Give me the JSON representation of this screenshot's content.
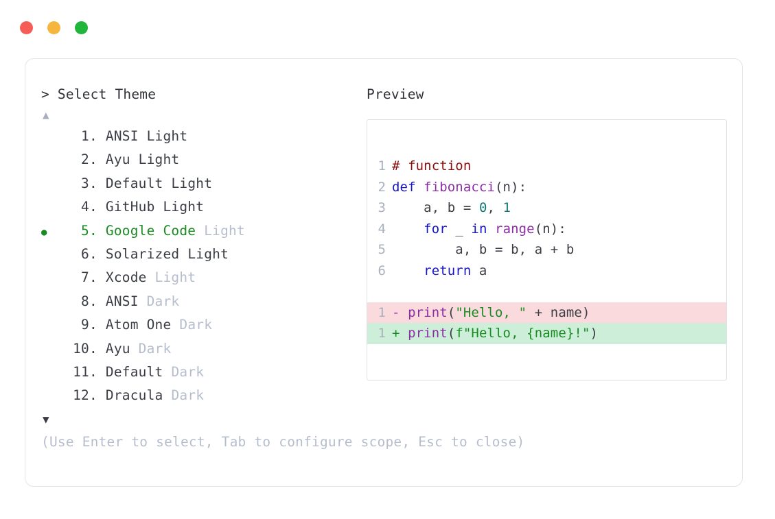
{
  "window": {
    "traffic_lights": [
      {
        "name": "close",
        "color": "#f65d57"
      },
      {
        "name": "minimize",
        "color": "#f6b53c"
      },
      {
        "name": "zoom",
        "color": "#22b53c"
      }
    ]
  },
  "prompt": {
    "marker": "> ",
    "title": "Select Theme"
  },
  "scroll": {
    "up_glyph": "▲",
    "down_glyph": "▼",
    "up_active": false,
    "down_active": true
  },
  "theme_list": {
    "selected_index": 5,
    "bullet_glyph": "●",
    "items": [
      {
        "number": "1",
        "name": "ANSI",
        "variant": "Light",
        "selected": false
      },
      {
        "number": "2",
        "name": "Ayu",
        "variant": "Light",
        "selected": false
      },
      {
        "number": "3",
        "name": "Default",
        "variant": "Light",
        "selected": false
      },
      {
        "number": "4",
        "name": "GitHub",
        "variant": "Light",
        "selected": false
      },
      {
        "number": "5",
        "name": "Google Code",
        "variant": "Light",
        "selected": true
      },
      {
        "number": "6",
        "name": "Solarized",
        "variant": "Light",
        "selected": false
      },
      {
        "number": "7",
        "name": "Xcode",
        "variant": "Light",
        "selected": false
      },
      {
        "number": "8",
        "name": "ANSI",
        "variant": "Dark",
        "selected": false
      },
      {
        "number": "9",
        "name": "Atom One",
        "variant": "Dark",
        "selected": false
      },
      {
        "number": "10",
        "name": "Ayu",
        "variant": "Dark",
        "selected": false
      },
      {
        "number": "11",
        "name": "Default",
        "variant": "Dark",
        "selected": false
      },
      {
        "number": "12",
        "name": "Dracula",
        "variant": "Dark",
        "selected": false
      }
    ],
    "variant_dark_style_from": 7
  },
  "footer": {
    "hint": "(Use Enter to select, Tab to configure scope, Esc to close)"
  },
  "preview": {
    "label": "Preview",
    "code_lines": [
      {
        "gutter": "1",
        "kind": "code",
        "tokens": [
          {
            "t": "# function",
            "c": "comment"
          }
        ]
      },
      {
        "gutter": "2",
        "kind": "code",
        "tokens": [
          {
            "t": "def ",
            "c": "keyword"
          },
          {
            "t": "fibonacci",
            "c": "func"
          },
          {
            "t": "(n):",
            "c": "plain"
          }
        ]
      },
      {
        "gutter": "3",
        "kind": "code",
        "tokens": [
          {
            "t": "    a, b = ",
            "c": "plain"
          },
          {
            "t": "0",
            "c": "number"
          },
          {
            "t": ", ",
            "c": "plain"
          },
          {
            "t": "1",
            "c": "number"
          }
        ]
      },
      {
        "gutter": "4",
        "kind": "code",
        "tokens": [
          {
            "t": "    ",
            "c": "plain"
          },
          {
            "t": "for",
            "c": "keyword"
          },
          {
            "t": " _ ",
            "c": "plain"
          },
          {
            "t": "in",
            "c": "keyword"
          },
          {
            "t": " ",
            "c": "plain"
          },
          {
            "t": "range",
            "c": "func"
          },
          {
            "t": "(n):",
            "c": "plain"
          }
        ]
      },
      {
        "gutter": "5",
        "kind": "code",
        "tokens": [
          {
            "t": "        a, b = b, a + b",
            "c": "plain"
          }
        ]
      },
      {
        "gutter": "6",
        "kind": "code",
        "tokens": [
          {
            "t": "    ",
            "c": "plain"
          },
          {
            "t": "return",
            "c": "keyword"
          },
          {
            "t": " a",
            "c": "plain"
          }
        ]
      },
      {
        "gutter": "",
        "kind": "blank",
        "tokens": []
      },
      {
        "gutter": "1",
        "kind": "diff-del",
        "tokens": [
          {
            "t": "- ",
            "c": "marker"
          },
          {
            "t": "print",
            "c": "func"
          },
          {
            "t": "(",
            "c": "plain"
          },
          {
            "t": "\"Hello, \"",
            "c": "string"
          },
          {
            "t": " + name)",
            "c": "plain"
          }
        ]
      },
      {
        "gutter": "1",
        "kind": "diff-add",
        "tokens": [
          {
            "t": "+ ",
            "c": "marker-add"
          },
          {
            "t": "print",
            "c": "func"
          },
          {
            "t": "(",
            "c": "plain"
          },
          {
            "t": "f\"Hello, {name}!\"",
            "c": "string"
          },
          {
            "t": ")",
            "c": "plain"
          }
        ]
      }
    ]
  },
  "colors": {
    "selected_green": "#1a8a22",
    "muted_gray": "#b6bdcc",
    "text_dark": "#3a3d44",
    "card_border": "#e2e4e9",
    "preview_border": "#dde0e7",
    "diff_del_bg": "#fadadd",
    "diff_add_bg": "#cdeed8",
    "comment_red": "#8c0d0d",
    "keyword_blue": "#1616c4",
    "func_purple": "#8c2ea3",
    "number_teal": "#127a7a",
    "string_green": "#1a8a22"
  }
}
